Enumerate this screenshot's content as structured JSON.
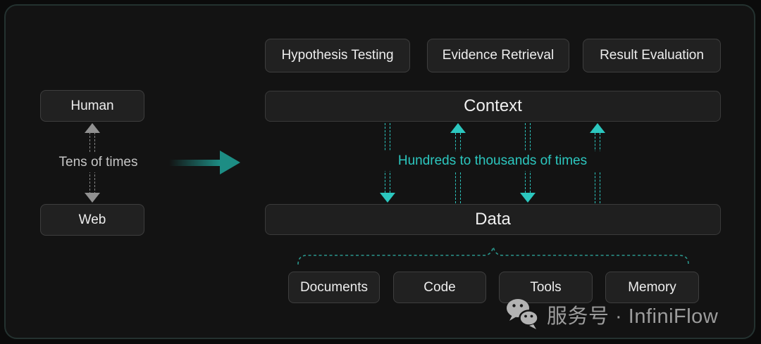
{
  "left_flow": {
    "human_label": "Human",
    "web_label": "Web",
    "frequency_label": "Tens of times"
  },
  "agent_flow": {
    "top_boxes": [
      {
        "label": "Hypothesis Testing"
      },
      {
        "label": "Evidence Retrieval"
      },
      {
        "label": "Result Evaluation"
      }
    ],
    "context_label": "Context",
    "frequency_label": "Hundreds to thousands of times",
    "data_label": "Data",
    "bottom_boxes": [
      {
        "label": "Documents"
      },
      {
        "label": "Code"
      },
      {
        "label": "Tools"
      },
      {
        "label": "Memory"
      }
    ]
  },
  "watermark": {
    "icon": "wechat-icon",
    "text": "服务号 · InfiniFlow"
  },
  "colors": {
    "accent_teal": "#2cc7bf",
    "solid_arrow_teal": "#1d8d84",
    "brace_teal": "#2a968c",
    "connector_gray": "#919191",
    "panel_bg": "#131313",
    "panel_border": "#243230",
    "node_bg": "#212121",
    "node_border": "#3e3e3e",
    "text_light": "#ededed",
    "watermark_gray": "#9c9c9c"
  }
}
